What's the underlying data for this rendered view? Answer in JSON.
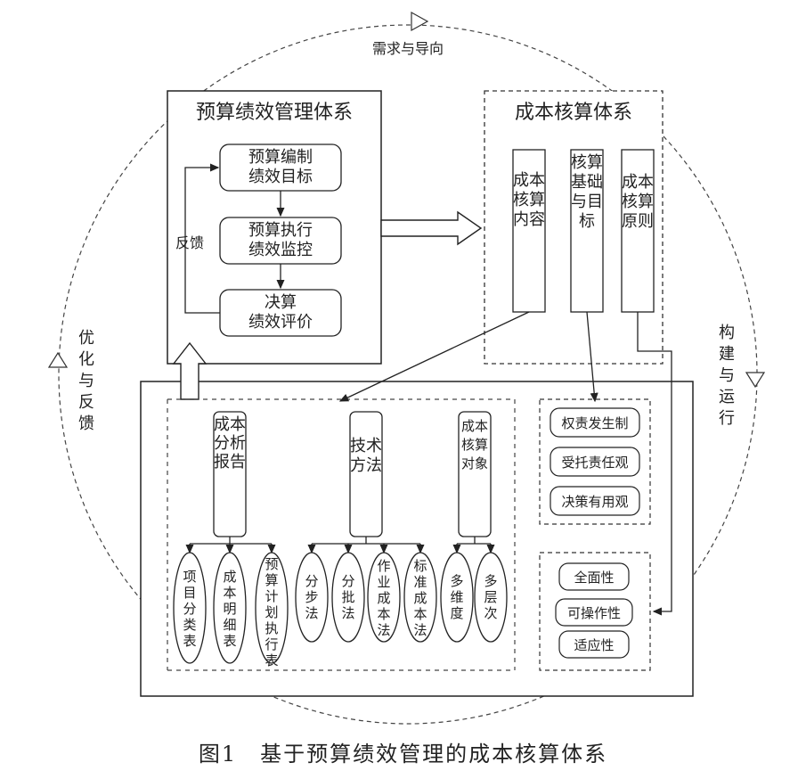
{
  "cycle": {
    "top_label": "需求与导向",
    "left_label": "优化与反馈",
    "right_label": "构建与运行"
  },
  "budget_system": {
    "title": "预算绩效管理体系",
    "feedback_label": "反馈",
    "steps": [
      "预算编制\n绩效目标",
      "预算执行\n绩效监控",
      "决算\n绩效评价"
    ]
  },
  "cost_system": {
    "title": "成本核算体系",
    "columns": [
      "成本核算内容",
      "核算基础与目标",
      "成本核算原则"
    ]
  },
  "content_block": {
    "analysis_report": {
      "label": "成本分析报告",
      "items": [
        "项目分类表",
        "成本明细表",
        "预算计划执行表"
      ]
    },
    "technical_methods": {
      "label": "技术方法",
      "items": [
        "分步法",
        "分批法",
        "作业成本法",
        "标准成本法"
      ]
    },
    "cost_objects": {
      "label": "成本核算对象",
      "items": [
        "多维度",
        "多层次"
      ]
    }
  },
  "basis_box": [
    "权责发生制",
    "受托责任观",
    "决策有用观"
  ],
  "principle_box": [
    "全面性",
    "可操作性",
    "适应性"
  ],
  "caption": "图1　基于预算绩效管理的成本核算体系"
}
